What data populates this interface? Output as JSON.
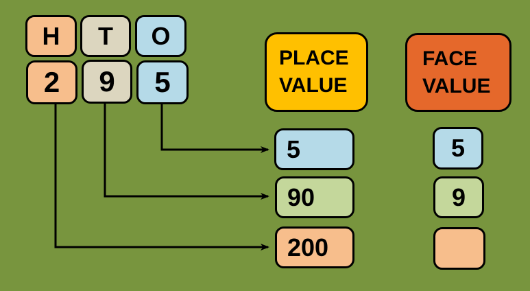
{
  "colors": {
    "background": "#78953E",
    "peach": "#F7BE8C",
    "beige": "#DCD6BF",
    "blue": "#B5DAE8",
    "green": "#C4D79B",
    "yellow": "#FFC000",
    "orange_red": "#E5682B",
    "line": "#000000"
  },
  "columns": {
    "headers": [
      {
        "label": "H",
        "color": "#F7BE8C"
      },
      {
        "label": "T",
        "color": "#DCD6BF"
      },
      {
        "label": "O",
        "color": "#B5DAE8"
      }
    ],
    "digits": [
      {
        "value": "2",
        "color": "#F7BE8C"
      },
      {
        "value": "9",
        "color": "#DCD6BF"
      },
      {
        "value": "5",
        "color": "#B5DAE8"
      }
    ]
  },
  "place_value": {
    "title_line1": "PLACE",
    "title_line2": "VALUE",
    "title_bg": "#FFC000",
    "items": [
      {
        "value": "5",
        "color": "#B5DAE8",
        "from_digit": "5"
      },
      {
        "value": "90",
        "color": "#C4D79B",
        "from_digit": "9"
      },
      {
        "value": "200",
        "color": "#F7BE8C",
        "from_digit": "2"
      }
    ]
  },
  "face_value": {
    "title_line1": "FACE",
    "title_line2": "VALUE",
    "title_bg": "#E5682B",
    "items": [
      {
        "value": "5",
        "color": "#B5DAE8"
      },
      {
        "value": "9",
        "color": "#C4D79B"
      },
      {
        "value": "",
        "color": "#F7BE8C"
      }
    ]
  }
}
